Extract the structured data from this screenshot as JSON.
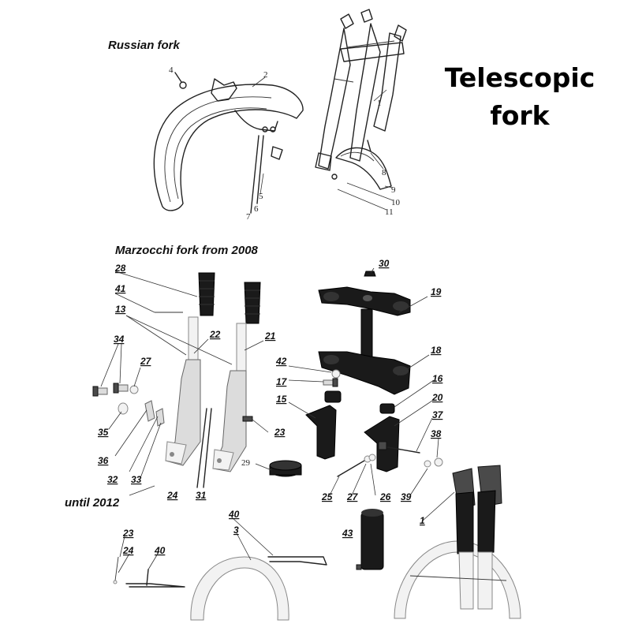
{
  "title": {
    "line1": "Telescopic",
    "line2": "fork"
  },
  "sections": {
    "russian": "Russian fork",
    "marzocchi": "Marzocchi fork from 2008",
    "until": "until 2012"
  },
  "russian_labels": [
    "2",
    "1",
    "4",
    "8",
    "5",
    "7",
    "6",
    "9",
    "10",
    "11"
  ],
  "marzocchi_labels": [
    "28",
    "41",
    "13",
    "22",
    "21",
    "34",
    "27",
    "35",
    "36",
    "32",
    "33",
    "24",
    "31",
    "23",
    "29",
    "30",
    "19",
    "42",
    "17",
    "18",
    "16",
    "15",
    "20",
    "37",
    "38",
    "25",
    "27",
    "26",
    "39",
    "1",
    "43",
    "40",
    "3",
    "23",
    "24",
    "40"
  ]
}
